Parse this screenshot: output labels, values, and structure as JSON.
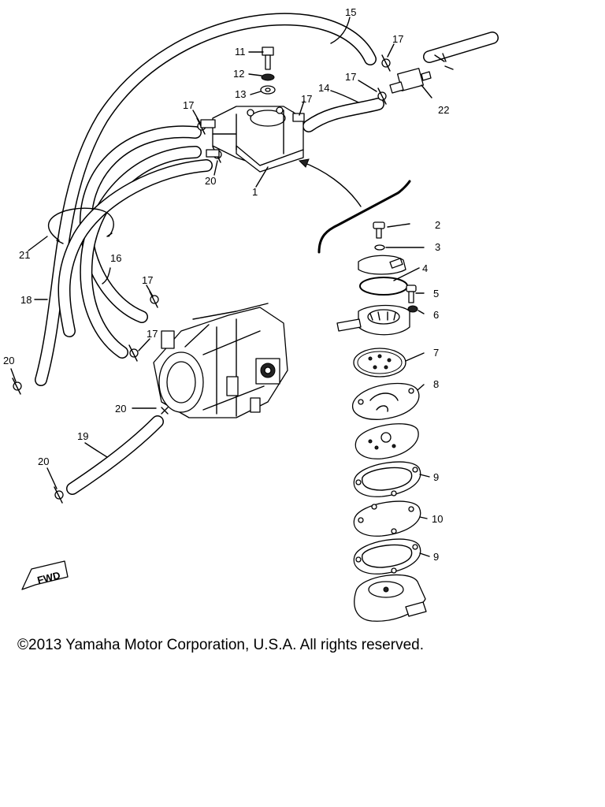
{
  "callouts": {
    "c1": "1",
    "c2": "2",
    "c3": "3",
    "c4": "4",
    "c5": "5",
    "c6": "6",
    "c7": "7",
    "c8": "8",
    "c9a": "9",
    "c9b": "9",
    "c10": "10",
    "c11": "11",
    "c12": "12",
    "c13": "13",
    "c14": "14",
    "c15": "15",
    "c16": "16",
    "c17a": "17",
    "c17b": "17",
    "c17c": "17",
    "c17d": "17",
    "c17e": "17",
    "c17f": "17",
    "c18": "18",
    "c19": "19",
    "c20a": "20",
    "c20b": "20",
    "c20c": "20",
    "c20d": "20",
    "c21": "21",
    "c22": "22"
  },
  "fwd_label": "FWD",
  "copyright": "©2013 Yamaha Motor Corporation, U.S.A. All rights reserved."
}
